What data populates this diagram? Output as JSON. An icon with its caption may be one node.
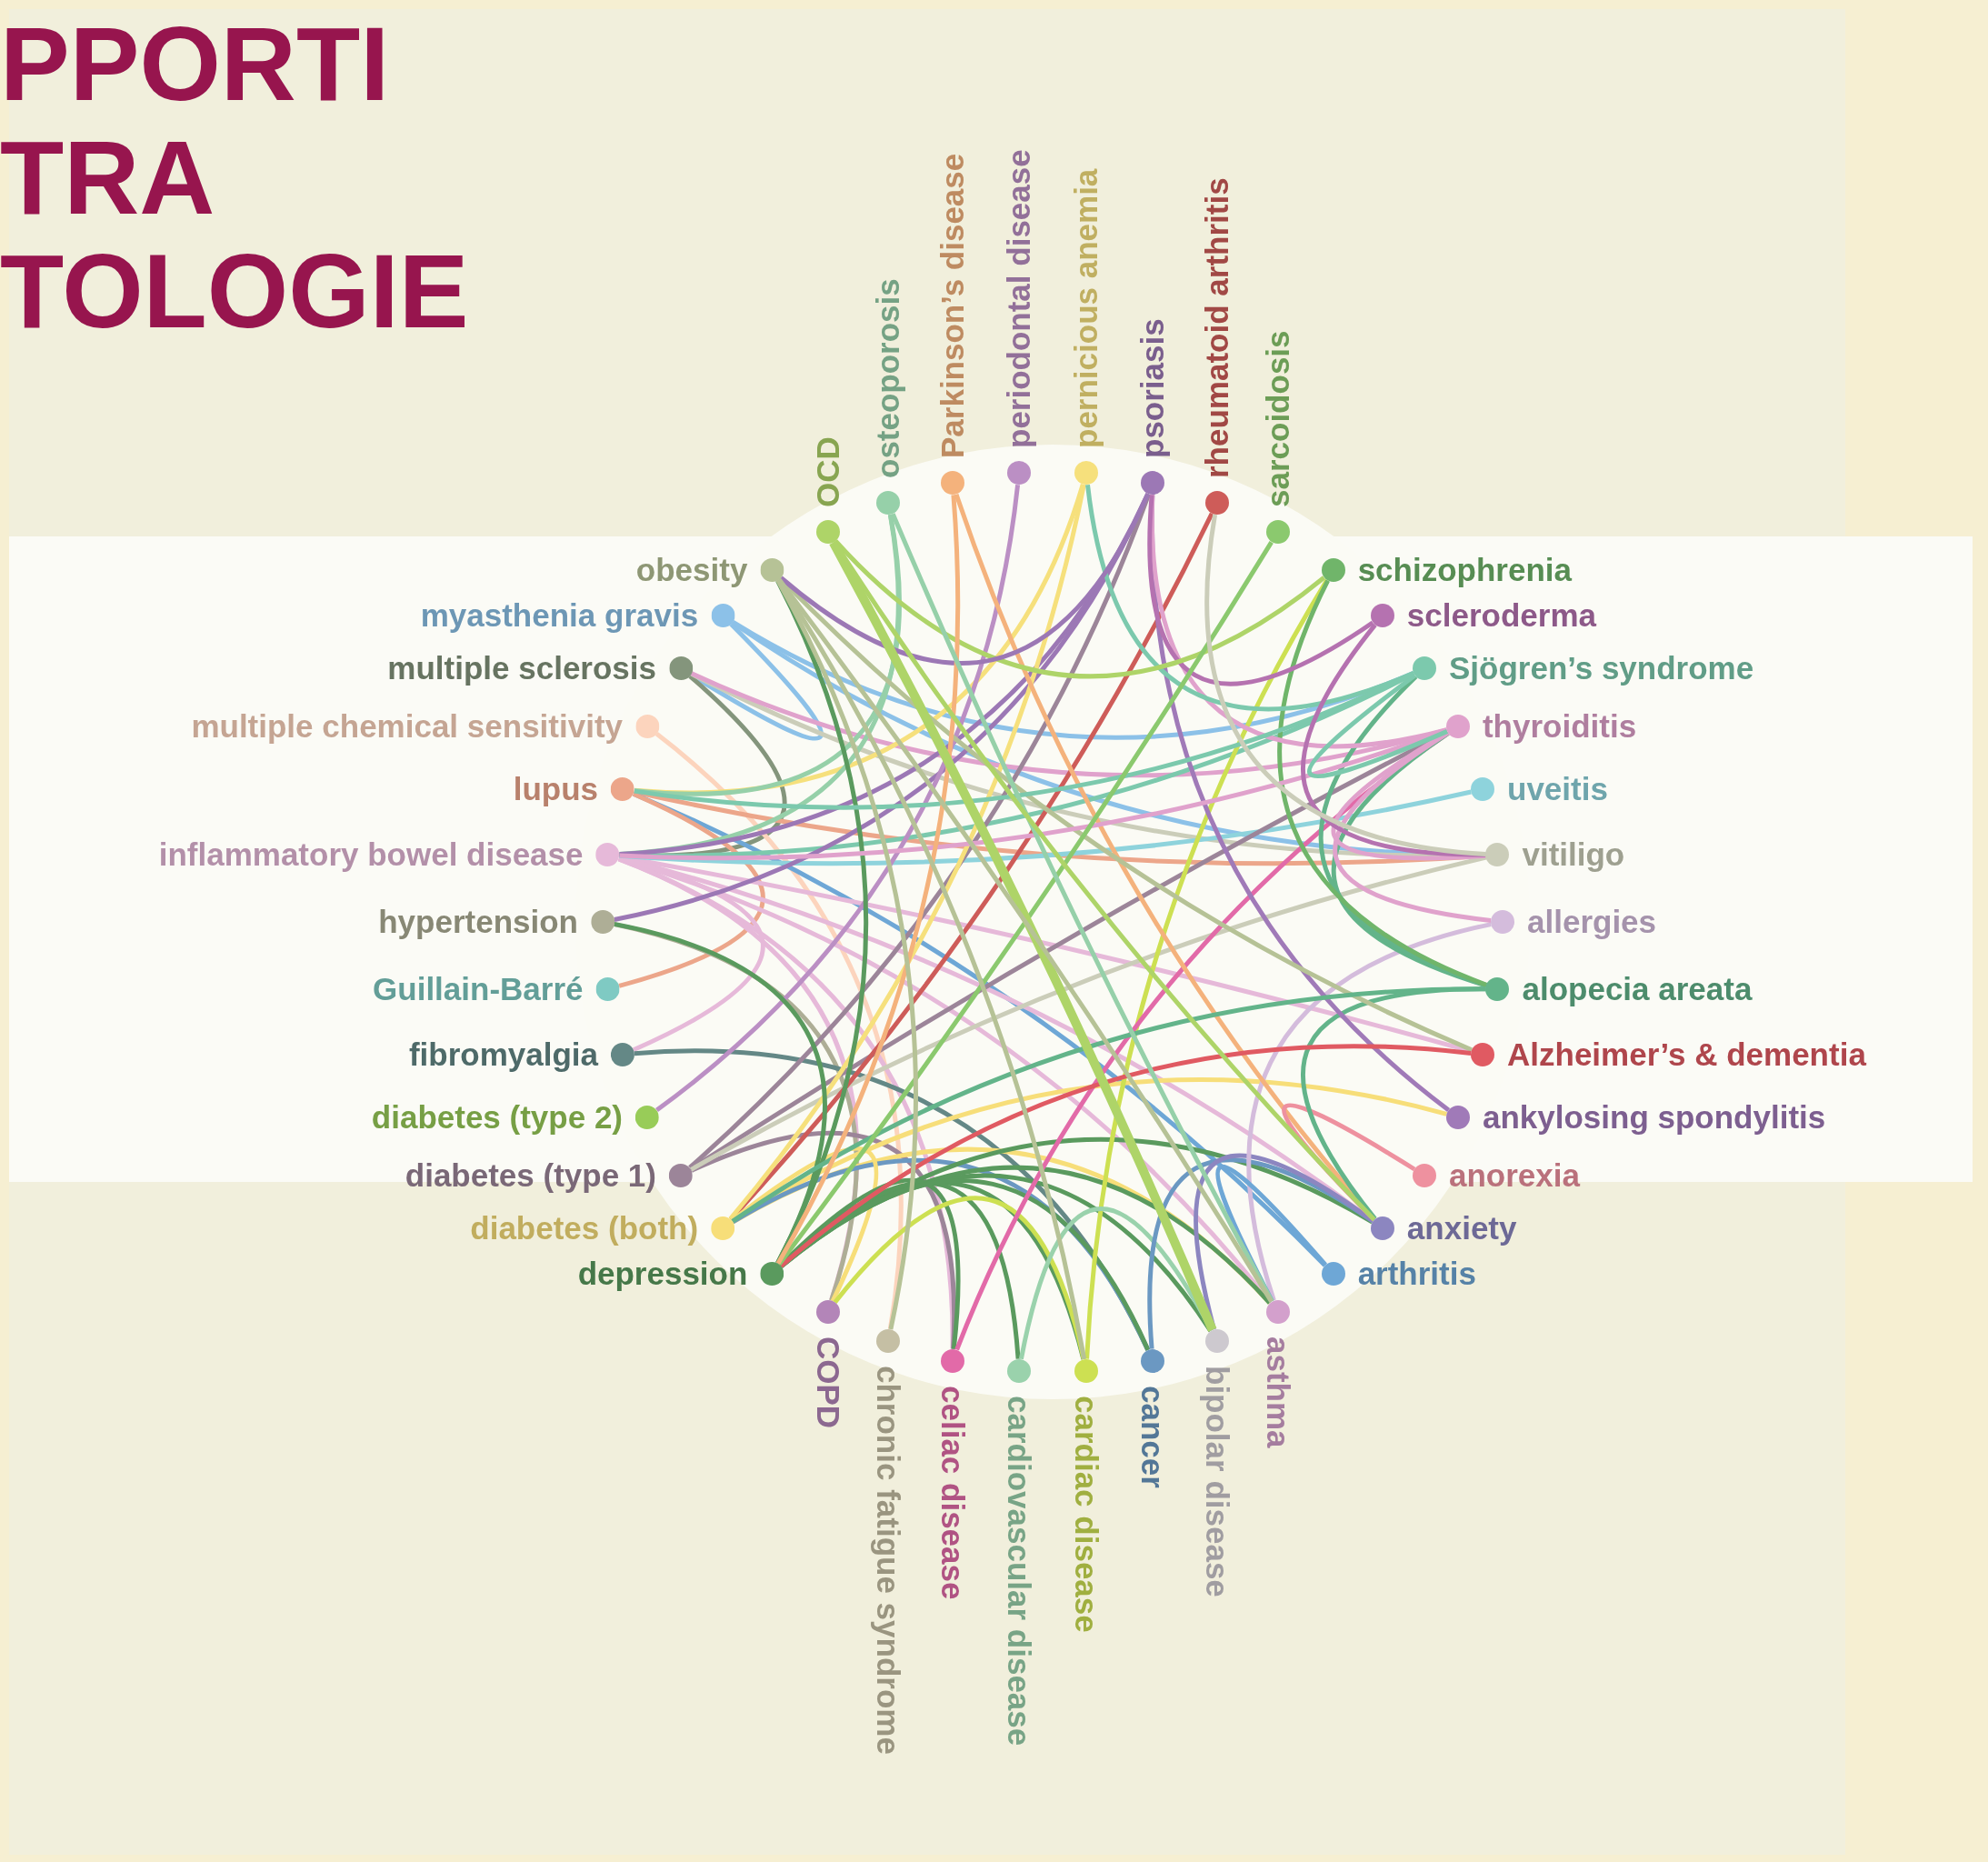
{
  "diagram": {
    "nodes": [
      {
        "text": [
          "allergies"
        ]
      },
      {
        "text": [
          "alopecia areata"
        ]
      },
      {
        "text": [
          "Alzheimer’s & dementia"
        ]
      },
      {
        "text": [
          "ankylosing spondylitis"
        ]
      },
      {
        "text": [
          "anorexia"
        ]
      },
      {
        "text": [
          "anxiety"
        ]
      },
      {
        "text": [
          "arthritis"
        ]
      },
      {
        "text": [
          "asthma"
        ]
      },
      {
        "text": [
          "bipolar disease"
        ]
      },
      {
        "text": [
          "cancer"
        ]
      },
      {
        "text": [
          "cardiac disease"
        ]
      },
      {
        "text": [
          "cardiovascular disease"
        ]
      },
      {
        "text": [
          "celiac disease"
        ]
      },
      {
        "text": [
          "chronic fatigue syndrome"
        ]
      },
      {
        "text": [
          "COPD"
        ]
      },
      {
        "text": [
          "depression"
        ]
      },
      {
        "text": [
          "diabetes (both)"
        ]
      },
      {
        "text": [
          "diabetes (type 1)"
        ]
      },
      {
        "text": [
          "diabetes (type 2)"
        ]
      },
      {
        "text": [
          "fibromyalgia"
        ]
      },
      {
        "text": [
          "Guillain-Barré"
        ]
      },
      {
        "text": [
          "hypertension"
        ]
      },
      {
        "text": [
          "inflammatory bowel disease"
        ]
      },
      {
        "text": [
          "lupus"
        ]
      },
      {
        "text": [
          "multiple chemical sensitivity"
        ]
      },
      {
        "text": [
          "multiple sclerosis"
        ]
      },
      {
        "text": [
          "myasthenia gravis"
        ]
      },
      {
        "text": [
          "obesity"
        ]
      },
      {
        "text": [
          "OCD"
        ]
      },
      {
        "text": [
          "osteoporosis"
        ]
      },
      {
        "text": [
          "Parkinson’s disease"
        ]
      },
      {
        "text": [
          "periodontal disease"
        ]
      },
      {
        "text": [
          "pernicious anemia"
        ]
      },
      {
        "text": [
          "psoriasis"
        ]
      },
      {
        "text": [
          "rheumatoid arthritis"
        ]
      },
      {
        "text": [
          "sarcoidosis"
        ]
      },
      {
        "text": [
          "schizophrenia"
        ]
      },
      {
        "text": [
          "scleroderma"
        ]
      },
      {
        "text": [
          "Sjögren’s syndrome"
        ]
      },
      {
        "text": [
          "thyroiditis"
        ]
      },
      {
        "text": [
          "uveitis"
        ]
      },
      {
        "text": [
          "vitiligo"
        ]
      }
    ],
    "edges": [
      {
        "from": 26,
        "to": 25,
        "arrow": "none",
        "color": "#8cc1e8"
      },
      {
        "from": 26,
        "to": 41,
        "arrow": "none",
        "color": "#8cc1e8"
      },
      {
        "from": 26,
        "to": 38,
        "arrow": "none",
        "color": "#8cc1e8"
      },
      {
        "from": 25,
        "to": 22,
        "arrow": "none",
        "color": "#84957c"
      },
      {
        "from": 25,
        "to": 41,
        "arrow": "none",
        "color": "#cbcdb9"
      },
      {
        "from": 39,
        "to": 25,
        "arrow": "none",
        "color": "#e0a2cc"
      },
      {
        "from": 24,
        "to": 13,
        "arrow": "none",
        "color": "#fcd4bd"
      },
      {
        "from": 32,
        "to": 23,
        "arrow": "none",
        "color": "#f6e07c"
      },
      {
        "from": 23,
        "to": 41,
        "arrow": "none",
        "color": "#eca68a"
      },
      {
        "from": 6,
        "to": 23,
        "arrow": "none",
        "color": "#6ea7d6"
      },
      {
        "from": 23,
        "to": 20,
        "arrow": "none",
        "color": "#eca68a"
      },
      {
        "from": 29,
        "to": 23,
        "arrow": "none",
        "color": "#96d0a9"
      },
      {
        "from": 22,
        "to": 7,
        "arrow": "none",
        "color": "#e6b9d9"
      },
      {
        "from": 22,
        "to": 2,
        "arrow": "none",
        "color": "#e6b9d9"
      },
      {
        "from": 22,
        "to": 12,
        "arrow": "none",
        "color": "#e6b9d9"
      },
      {
        "from": 22,
        "to": 5,
        "arrow": "none",
        "color": "#e6b9d9"
      },
      {
        "from": 22,
        "to": 14,
        "arrow": "none",
        "color": "#e6b9d9"
      },
      {
        "from": 22,
        "to": 19,
        "arrow": "none",
        "color": "#e6b9d9"
      },
      {
        "from": 38,
        "to": 22,
        "arrow": "none",
        "color": "#7cc9ad"
      },
      {
        "from": 40,
        "to": 22,
        "arrow": "none",
        "color": "#8ed3dc"
      },
      {
        "from": 29,
        "to": 22,
        "arrow": "none",
        "color": "#96d0a9"
      },
      {
        "from": 33,
        "to": 22,
        "arrow": "none",
        "color": "#9c78b5"
      },
      {
        "from": 21,
        "to": 14,
        "arrow": "none",
        "color": "#aeae96"
      },
      {
        "from": 33,
        "to": 21,
        "arrow": "none",
        "color": "#9c78b5"
      },
      {
        "from": 19,
        "to": 9,
        "arrow": "none",
        "color": "#648886"
      },
      {
        "from": 31,
        "to": 18,
        "arrow": "none",
        "color": "#bb8fc4"
      },
      {
        "from": 17,
        "to": 12,
        "arrow": "none",
        "color": "#9c8599"
      },
      {
        "from": 17,
        "to": 39,
        "arrow": "none",
        "color": "#9c8599"
      },
      {
        "from": 17,
        "to": 33,
        "arrow": "none",
        "color": "#9c8599"
      },
      {
        "from": 41,
        "to": 17,
        "arrow": "none",
        "color": "#cbcdb9"
      },
      {
        "from": 16,
        "to": 7,
        "arrow": "none",
        "color": "#f7de79"
      },
      {
        "from": 16,
        "to": 3,
        "arrow": "none",
        "color": "#f7de79"
      },
      {
        "from": 34,
        "to": 16,
        "arrow": "none",
        "color": "#ce5c59"
      },
      {
        "from": 9,
        "to": 16,
        "arrow": "none",
        "color": "#6b98c2"
      },
      {
        "from": 16,
        "to": 14,
        "arrow": "none",
        "color": "#f7de79"
      },
      {
        "from": 32,
        "to": 16,
        "arrow": "none",
        "color": "#f6e07c"
      },
      {
        "from": 15,
        "to": 5,
        "arrow": "none",
        "color": "#5a9a5e"
      },
      {
        "from": 15,
        "to": 8,
        "arrow": "none",
        "color": "#5a9a5e"
      },
      {
        "from": 15,
        "to": 7,
        "arrow": "none",
        "color": "#5a9a5e"
      },
      {
        "from": 15,
        "to": 10,
        "arrow": "none",
        "color": "#5a9a5e"
      },
      {
        "from": 15,
        "to": 11,
        "arrow": "none",
        "color": "#5a9a5e"
      },
      {
        "from": 15,
        "to": 12,
        "arrow": "none",
        "color": "#5a9a5e"
      },
      {
        "from": 15,
        "to": 9,
        "arrow": "none",
        "color": "#5a9a5e"
      },
      {
        "from": 15,
        "to": 27,
        "arrow": "none",
        "color": "#5a9a5e"
      },
      {
        "from": 15,
        "to": 21,
        "arrow": "none",
        "color": "#5a9a5e"
      },
      {
        "from": 10,
        "to": 36,
        "arrow": "none",
        "color": "#cde052"
      },
      {
        "from": 14,
        "to": 10,
        "arrow": "none",
        "color": "#cde052"
      },
      {
        "from": 11,
        "to": 8,
        "arrow": "none",
        "color": "#9ad2ac"
      },
      {
        "from": 12,
        "to": 39,
        "arrow": "none",
        "color": "#e26aa8"
      },
      {
        "from": 9,
        "to": 5,
        "arrow": "none",
        "color": "#6b98c2"
      },
      {
        "from": 5,
        "to": 8,
        "arrow": "none",
        "color": "#8c86c0"
      },
      {
        "from": 7,
        "to": 0,
        "arrow": "none",
        "color": "#d4bcdc"
      },
      {
        "from": 6,
        "to": 7,
        "arrow": "none",
        "color": "#6ea7d6"
      },
      {
        "from": 30,
        "to": 5,
        "arrow": "none",
        "color": "#f4b27c"
      },
      {
        "from": 4,
        "to": 5,
        "arrow": "none",
        "color": "#ee919f"
      },
      {
        "from": 1,
        "to": 5,
        "arrow": "none",
        "color": "#63b48a"
      },
      {
        "from": 3,
        "to": 33,
        "arrow": "none",
        "color": "#a07ab8"
      },
      {
        "from": 27,
        "to": 2,
        "arrow": "none",
        "color": "#b6c296"
      },
      {
        "from": 2,
        "to": 15,
        "arrow": "none",
        "color": "#e05a62"
      },
      {
        "from": 1,
        "to": 39,
        "arrow": "none",
        "color": "#63b48a"
      },
      {
        "from": 1,
        "to": 38,
        "arrow": "none",
        "color": "#63b48a"
      },
      {
        "from": 36,
        "to": 1,
        "arrow": "none",
        "color": "#70b56a"
      },
      {
        "from": 1,
        "to": 16,
        "arrow": "none",
        "color": "#63b48a"
      },
      {
        "from": 0,
        "to": 39,
        "arrow": "none",
        "color": "#e0a2cc"
      },
      {
        "from": 39,
        "to": 41,
        "arrow": "none",
        "color": "#e0a2cc"
      },
      {
        "from": 39,
        "to": 33,
        "arrow": "none",
        "color": "#e0a2cc"
      },
      {
        "from": 39,
        "to": 22,
        "arrow": "none",
        "color": "#e0a2cc"
      },
      {
        "from": 39,
        "to": 38,
        "arrow": "none",
        "color": "#7cc9ad"
      },
      {
        "from": 38,
        "to": 32,
        "arrow": "none",
        "color": "#7cc9ad"
      },
      {
        "from": 38,
        "to": 23,
        "arrow": "none",
        "color": "#7cc9ad"
      },
      {
        "from": 37,
        "to": 33,
        "arrow": "none",
        "color": "#b572b0"
      },
      {
        "from": 37,
        "to": 41,
        "arrow": "none",
        "color": "#b572b0"
      },
      {
        "from": 28,
        "to": 36,
        "arrow": "none",
        "color": "#aed468"
      },
      {
        "from": 35,
        "to": 15,
        "arrow": "none",
        "color": "#8bc96e"
      },
      {
        "from": 34,
        "to": 41,
        "arrow": "none",
        "color": "#cbcdb9"
      },
      {
        "from": 33,
        "to": 27,
        "arrow": "none",
        "color": "#9c78b5"
      },
      {
        "from": 30,
        "to": 15,
        "arrow": "none",
        "color": "#f4b27c"
      },
      {
        "from": 29,
        "to": 7,
        "arrow": "none",
        "color": "#96d0a9"
      },
      {
        "from": 28,
        "to": 8,
        "arrow": "none",
        "style": "thick",
        "color": "#aed468"
      },
      {
        "from": 28,
        "to": 5,
        "arrow": "none",
        "color": "#aed468"
      },
      {
        "from": 27,
        "to": 13,
        "arrow": "none",
        "color": "#b6c296"
      },
      {
        "from": 27,
        "to": 7,
        "arrow": "none",
        "color": "#b6c296"
      },
      {
        "from": 27,
        "to": 10,
        "arrow": "none",
        "color": "#b6c296"
      }
    ],
    "labels": [
      "PPORTI",
      "TRA",
      "TOLOGIE"
    ]
  }
}
